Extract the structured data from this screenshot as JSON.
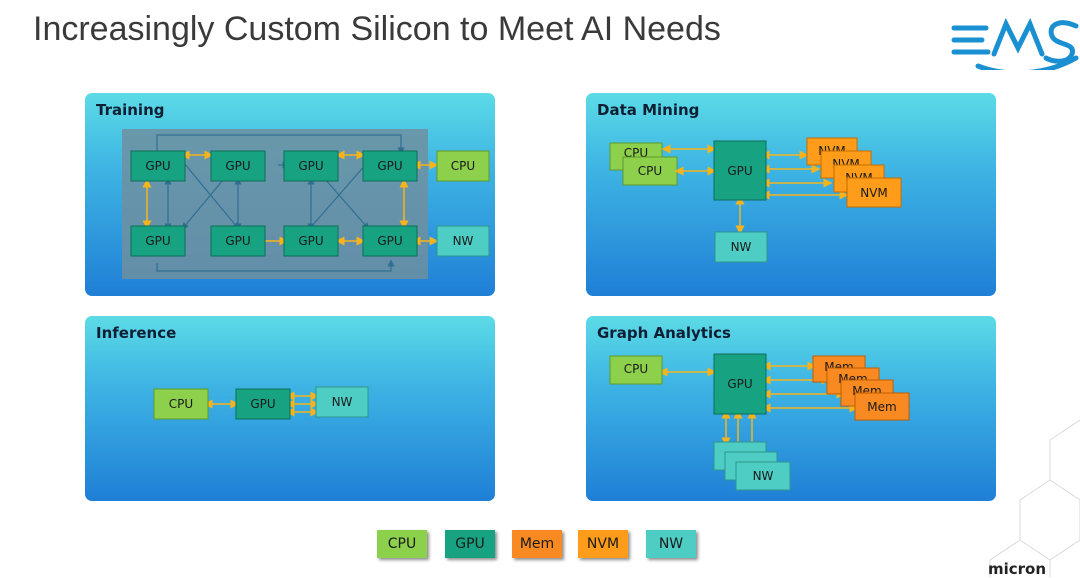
{
  "slide": {
    "title": "Increasingly Custom Silicon to Meet AI Needs",
    "logo_text": "FMS",
    "footer_text": "micron"
  },
  "colors": {
    "cpu": "#8cd04c",
    "gpu": "#17a382",
    "mem": "#f98a22",
    "nvm": "#ff9d1a",
    "nw": "#4ecdc4",
    "arrow": "#f5b41e",
    "arrow_blue": "#2f6f92"
  },
  "panels": {
    "training": {
      "label": "Training",
      "gpu": "GPU",
      "cpu": "CPU",
      "nw": "NW"
    },
    "data_mining": {
      "label": "Data Mining",
      "cpu_back": "CPU",
      "cpu": "CPU",
      "gpu": "GPU",
      "nvm_back": "NVM",
      "nvm": "NVM",
      "nw": "NW"
    },
    "inference": {
      "label": "Inference",
      "cpu": "CPU",
      "gpu": "GPU",
      "nw": "NW"
    },
    "graph_analytics": {
      "label": "Graph Analytics",
      "cpu": "CPU",
      "gpu": "GPU",
      "mem_back": "Mem",
      "mem": "Mem",
      "nw": "NW"
    }
  },
  "legend": [
    {
      "key": "cpu",
      "label": "CPU"
    },
    {
      "key": "gpu",
      "label": "GPU"
    },
    {
      "key": "mem",
      "label": "Mem"
    },
    {
      "key": "nvm",
      "label": "NVM"
    },
    {
      "key": "nw",
      "label": "NW"
    }
  ]
}
